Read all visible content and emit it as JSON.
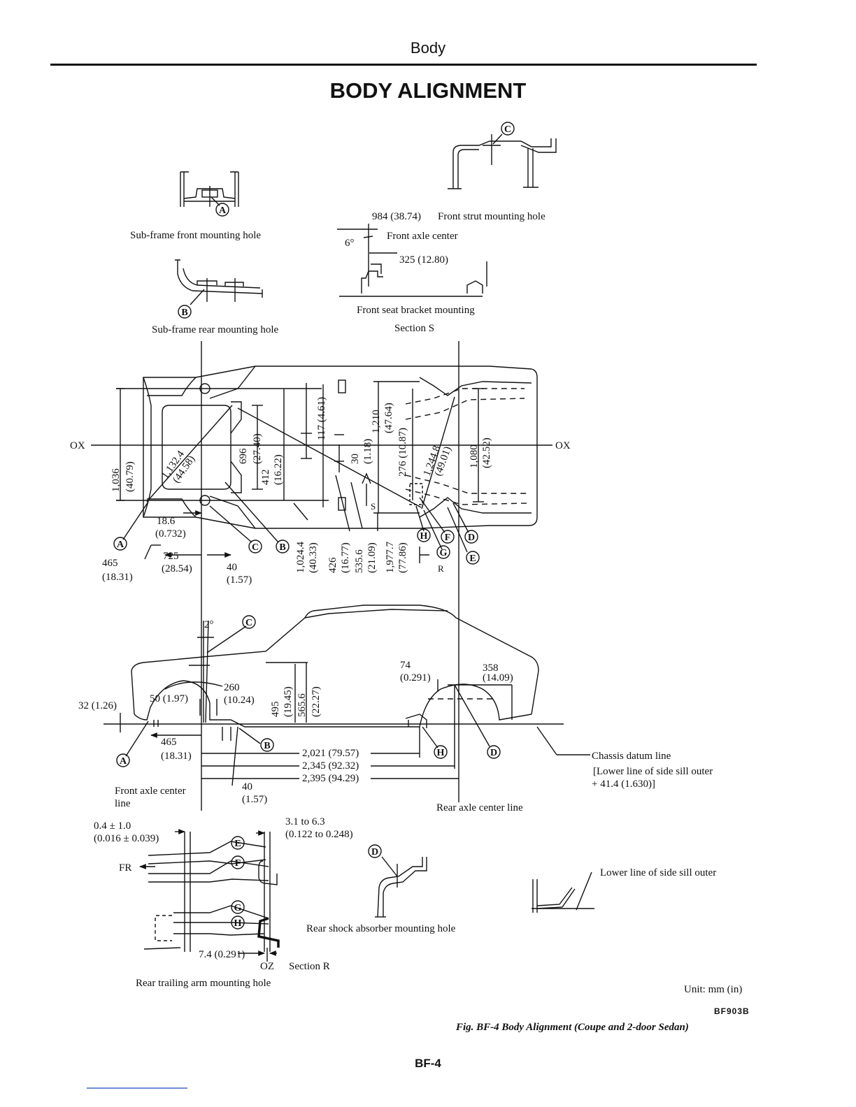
{
  "header": {
    "section": "Body"
  },
  "page": {
    "title": "BODY ALIGNMENT",
    "number": "BF-4"
  },
  "labels": {
    "subframe_front": "Sub-frame front mounting hole",
    "subframe_rear": "Sub-frame rear mounting hole",
    "front_strut_dim": "984 (38.74)",
    "front_strut": "Front strut mounting hole",
    "front_axle_center": "Front axle center",
    "angle_6": "6°",
    "dim_325": "325 (12.80)",
    "front_seat_bracket": "Front seat bracket mounting",
    "section_s": "Section S",
    "ox": "OX",
    "s_mark": "S",
    "r_mark": "R",
    "angle_2": "2°",
    "chassis_datum": "Chassis datum line",
    "chassis_datum_note1": "[Lower line of side sill outer",
    "chassis_datum_note2": "+ 41.4 (1.630)]",
    "front_axle_line1": "Front axle center",
    "front_axle_line2": "line",
    "rear_axle_line": "Rear axle center line",
    "fr": "FR",
    "rear_shock": "Rear shock absorber mounting hole",
    "lower_sill": "Lower line of side sill outer",
    "oz": "OZ",
    "section_r": "Section R",
    "rear_trailing": "Rear trailing arm mounting hole",
    "unit": "Unit:  mm (in)",
    "code": "BF903B",
    "caption": "Fig. BF-4  Body Alignment (Coupe and 2-door Sedan)"
  },
  "markers": [
    "A",
    "B",
    "C",
    "D",
    "E",
    "F",
    "G",
    "H"
  ],
  "dims_plan": {
    "d1036a": "1,036",
    "d1036b": "(40.79)",
    "d1132a": "1,132.4",
    "d1132b": "(44.58)",
    "d696a": "696",
    "d696b": "(27.40)",
    "d412a": "412",
    "d412b": "(16.22)",
    "d117": "117 (4.61)",
    "d30a": "30",
    "d30b": "(1.18)",
    "d1210a": "1,210",
    "d1210b": "(47.64)",
    "d276": "276 (10.87)",
    "d1244a": "1,244.8",
    "d1244b": "(49.01)",
    "d1080a": "1,080",
    "d1080b": "(42.52)",
    "d186a": "18.6",
    "d186b": "(0.732)",
    "d725a": "725",
    "d725b": "(28.54)",
    "d465a": "465",
    "d465b": "(18.31)",
    "d40a": "40",
    "d40b": "(1.57)",
    "d1024a": "1,024.4",
    "d1024b": "(40.33)",
    "d426a": "426",
    "d426b": "(16.77)",
    "d5356a": "535.6",
    "d5356b": "(21.09)",
    "d1977a": "1,977.7",
    "d1977b": "(77.86)"
  },
  "dims_side": {
    "d32": "32 (1.26)",
    "d50": "50 (1.97)",
    "d260a": "260",
    "d260b": "(10.24)",
    "d495a": "495",
    "d495b": "(19.45)",
    "d5656a": "565.6",
    "d5656b": "(22.27)",
    "d465a": "465",
    "d465b": "(18.31)",
    "d2021": "2,021 (79.57)",
    "d2345": "2,345 (92.32)",
    "d2395": "2,395 (94.29)",
    "d40a": "40",
    "d40b": "(1.57)",
    "d74a": "74",
    "d74b": "(0.291)",
    "d358a": "358",
    "d358b": "(14.09)"
  },
  "dims_r": {
    "d04a": "0.4 ± 1.0",
    "d04b": "(0.016 ± 0.039)",
    "d31a": "3.1 to 6.3",
    "d31b": "(0.122 to 0.248)",
    "d74": "7.4 (0.291)"
  }
}
